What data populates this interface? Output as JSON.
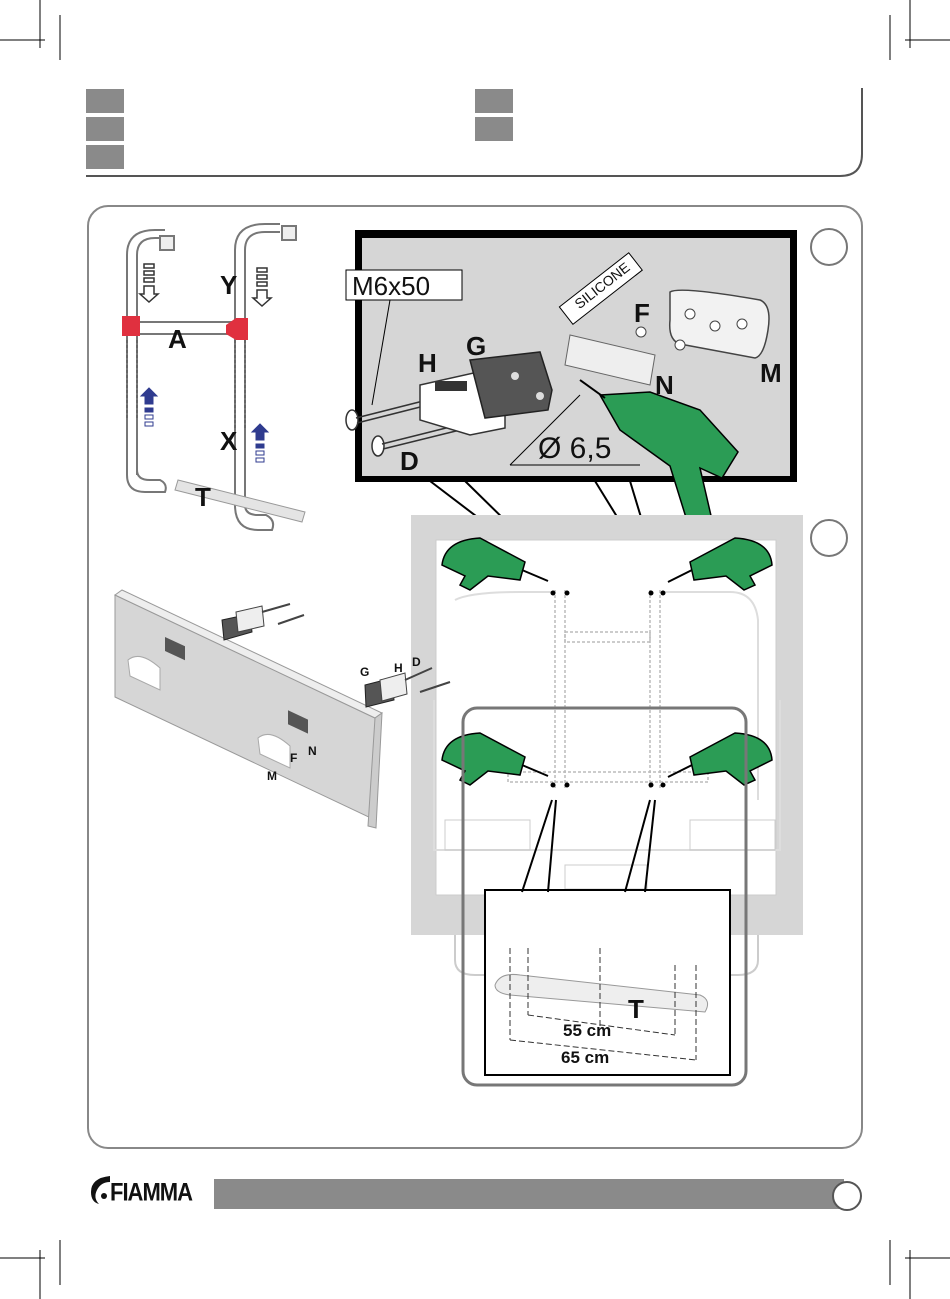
{
  "labels": {
    "A": "A",
    "Y": "Y",
    "X": "X",
    "T": "T",
    "M6x50": "M6x50",
    "silicone": "SILICONE",
    "H": "H",
    "G": "G",
    "F": "F",
    "N": "N",
    "M": "M",
    "D": "D",
    "diameter": "Ø 6,5",
    "small_G": "G",
    "small_H": "H",
    "small_D": "D",
    "small_F": "F",
    "small_N": "N",
    "small_M": "M",
    "bar_T": "T",
    "dim55": "55 cm",
    "dim65": "65 cm"
  },
  "brand": {
    "name": "FIAMMA"
  },
  "colors": {
    "drill": "#2b9c55",
    "red": "#e0303f",
    "panel": "#d6d6d6",
    "blue": "#2f3b8f"
  }
}
